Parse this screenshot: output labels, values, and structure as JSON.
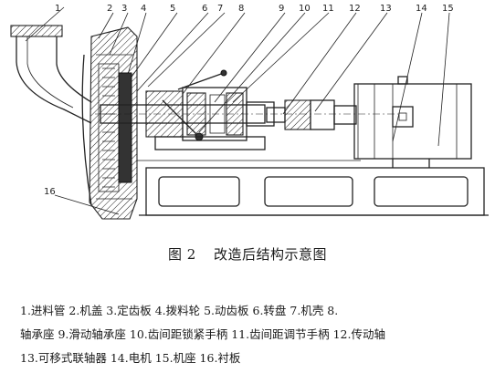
{
  "callouts": [
    "1",
    "2",
    "3",
    "4",
    "5",
    "6",
    "7",
    "8",
    "9",
    "10",
    "11",
    "12",
    "13",
    "14",
    "15",
    "16"
  ],
  "caption": {
    "figure_no": "图 2",
    "title": "改造后结构示意图"
  },
  "legend_lines": [
    "1.进料管 2.机盖 3.定齿板 4.拨料轮 5.动齿板 6.转盘 7.机壳  8.",
    "轴承座 9.滑动轴承座 10.齿间距锁紧手柄 11.齿间距调节手柄 12.传动轴",
    "13.可移式联轴器 14.电机 15.机座 16.衬板"
  ]
}
